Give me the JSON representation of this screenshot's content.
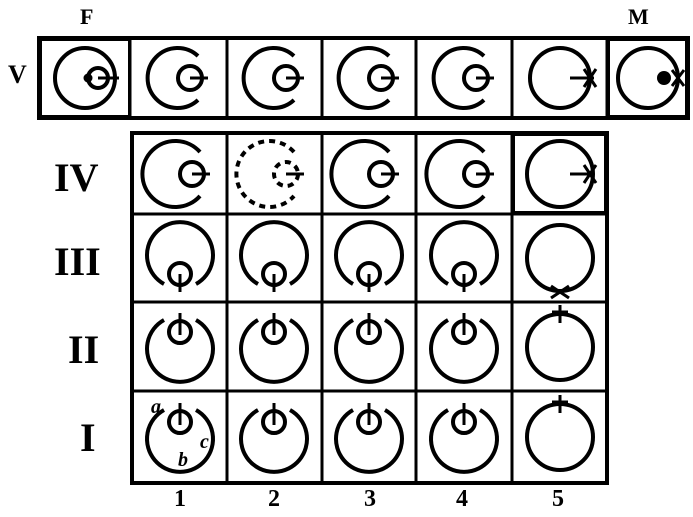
{
  "labels": {
    "female": "F",
    "male": "M",
    "rows": {
      "v": "V",
      "iv": "IV",
      "iii": "III",
      "ii": "II",
      "i": "I"
    },
    "columns": [
      "1",
      "2",
      "3",
      "4",
      "5"
    ],
    "parts": {
      "a": "a",
      "b": "b",
      "c": "c"
    }
  },
  "rows": [
    {
      "key": "v",
      "cells": [
        "female-nucleus-cell",
        "half-open-left",
        "half-open-left",
        "half-open-left",
        "half-open-left",
        "crossed-right",
        "male-nucleus-cell"
      ]
    },
    {
      "key": "iv",
      "cells": [
        "half-open-left",
        "dashed-cell",
        "half-open-left",
        "half-open-left",
        "crossed-right"
      ]
    },
    {
      "key": "iii",
      "cells": [
        "bottom-bud",
        "bottom-bud",
        "bottom-bud",
        "bottom-bud",
        "crossed-bottom"
      ]
    },
    {
      "key": "ii",
      "cells": [
        "top-bud",
        "top-bud",
        "top-bud",
        "top-bud",
        "crossed-top"
      ]
    },
    {
      "key": "i",
      "cells": [
        "top-bud-labeled",
        "top-bud",
        "top-bud",
        "top-bud",
        "crossed-top"
      ]
    }
  ],
  "colors": {
    "ink": "#000000",
    "background": "#ffffff"
  }
}
